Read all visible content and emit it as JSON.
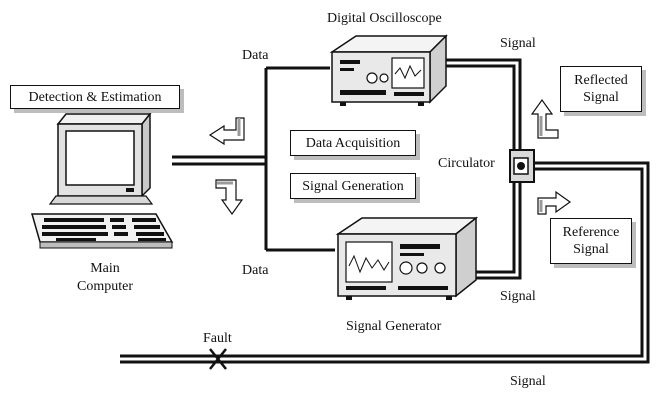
{
  "labels": {
    "detection": "Detection & Estimation",
    "data_top": "Data",
    "data_bottom": "Data",
    "oscilloscope": "Digital Oscilloscope",
    "signal_generator": "Signal Generator",
    "data_acquisition": "Data Acquisition",
    "signal_generation": "Signal Generation",
    "circulator": "Circulator",
    "signal_top": "Signal",
    "signal_mid": "Signal",
    "signal_bottom": "Signal",
    "reflected_line1": "Reflected",
    "reflected_line2": "Signal",
    "reference_line1": "Reference",
    "reference_line2": "Signal",
    "computer_line1": "Main",
    "computer_line2": "Computer",
    "fault": "Fault"
  },
  "icons": [
    "computer-icon",
    "oscilloscope-icon",
    "signal-generator-icon",
    "circulator-icon",
    "fault-marker-icon",
    "arrow-left-icon",
    "arrow-down-icon",
    "arrow-up-icon",
    "arrow-right-icon"
  ],
  "colors": {
    "line": "#111111",
    "shadow": "#bdbdbd",
    "device_fill": "#e9e9e9"
  }
}
